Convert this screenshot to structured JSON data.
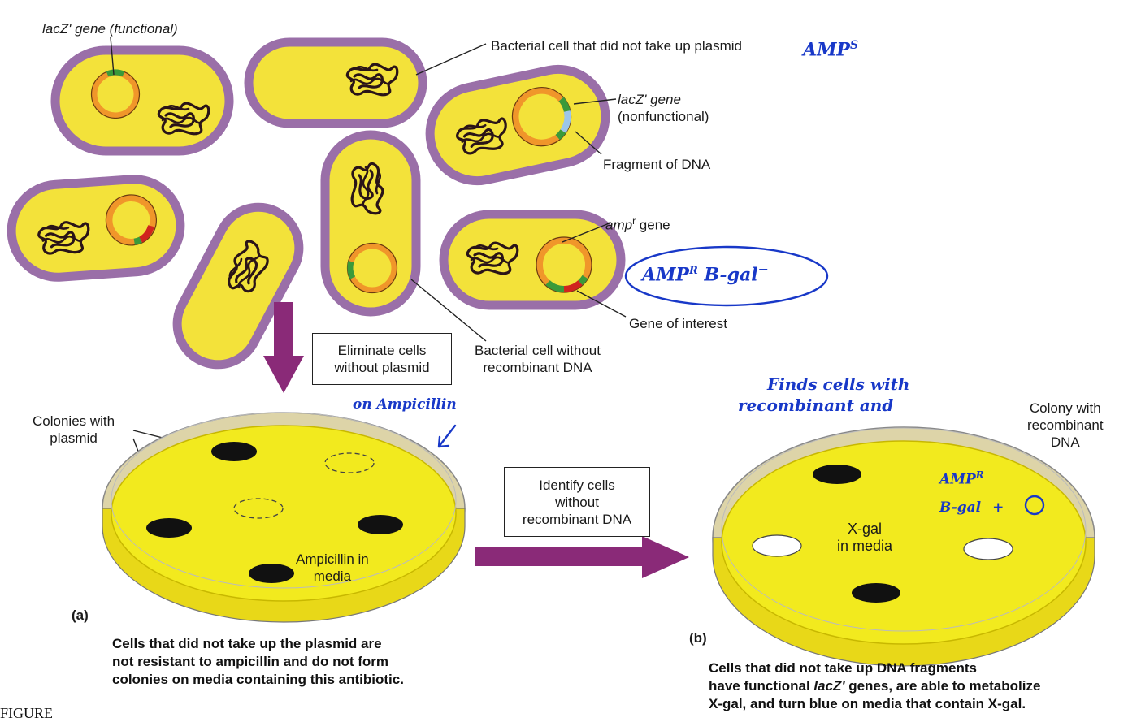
{
  "labels": {
    "lacz_functional": "lacZ' gene (functional)",
    "no_plasmid_cell": "Bacterial cell that did not take up plasmid",
    "lacz_nonfunctional_1": "lacZ' gene",
    "lacz_nonfunctional_2": "(nonfunctional)",
    "fragment": "Fragment of DNA",
    "ampr_gene_italic": "amp",
    "ampr_gene_sup": "r",
    "ampr_gene_rest": " gene",
    "gene_of_interest": "Gene of interest",
    "no_recombinant_1": "Bacterial cell without",
    "no_recombinant_2": "recombinant DNA",
    "colonies_plasmid_1": "Colonies with",
    "colonies_plasmid_2": "plasmid",
    "ampicillin_media_1": "Ampicillin in",
    "ampicillin_media_2": "media",
    "xgal_media_1": "X-gal",
    "xgal_media_2": "in media",
    "colony_recombinant_1": "Colony with",
    "colony_recombinant_2": "recombinant",
    "colony_recombinant_3": "DNA"
  },
  "boxes": {
    "eliminate_1": "Eliminate cells",
    "eliminate_2": "without plasmid",
    "identify_1": "Identify cells",
    "identify_2": "without",
    "identify_3": "recombinant DNA"
  },
  "parts": {
    "a": "(a)",
    "b": "(b)"
  },
  "captions": {
    "a_1": "Cells that did not take up the plasmid are",
    "a_2": "not resistant to ampicillin and do not form",
    "a_3": "colonies on media containing this antibiotic.",
    "b_1": "Cells that did not take up DNA fragments",
    "b_2a": "have functional ",
    "b_2b": "lacZ'",
    "b_2c": " genes, are able to metabolize",
    "b_3": "X-gal, and turn blue on media that contain X-gal."
  },
  "handwriting": {
    "amps": "AMP",
    "amps_sup": "S",
    "ampr_bgal": "AMP",
    "ampr_bgal_sup": "R",
    "ampr_bgal_rest": " B-gal",
    "ampr_bgal_minus": "−",
    "on_ampicillin": "on Ampicillin",
    "finds_1": "Finds cells with",
    "finds_2": "recombinant and",
    "colony_note_1": "AMP",
    "colony_note_1_sup": "R",
    "colony_note_2": "B-gal",
    "colony_note_plus": "+"
  },
  "figure_label": "FIGURE",
  "colors": {
    "cell_fill": "#f3e23a",
    "cell_border": "#9a6fa8",
    "plasmid_orange": "#f0962a",
    "arrow_purple": "#8a2a78",
    "dish_yellow": "#f2ea1e",
    "colony_black": "#111111",
    "ink_blue": "#1838c8"
  }
}
